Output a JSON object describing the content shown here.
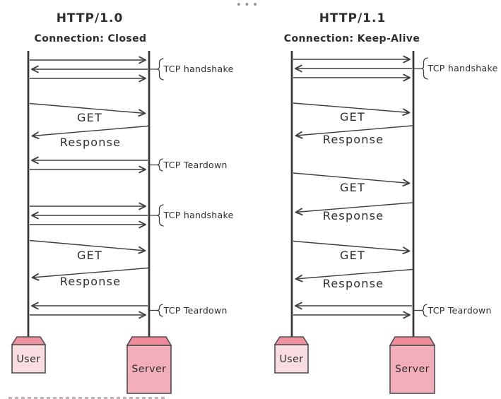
{
  "header": {
    "more_icon": "•••"
  },
  "diagram": {
    "type": "sequence-comparison",
    "labels": {
      "handshake": "TCP handshake",
      "teardown": "TCP Teardown",
      "get": "GET",
      "response": "Response"
    },
    "panels": [
      {
        "title": "HTTP/1.0",
        "subtitle": "Connection: Closed",
        "client": "User",
        "server": "Server",
        "sequence": [
          "TCP handshake",
          "GET",
          "Response",
          "TCP Teardown",
          "TCP handshake",
          "GET",
          "Response",
          "TCP Teardown"
        ]
      },
      {
        "title": "HTTP/1.1",
        "subtitle": "Connection: Keep-Alive",
        "client": "User",
        "server": "Server",
        "sequence": [
          "TCP handshake",
          "GET",
          "Response",
          "GET",
          "Response",
          "GET",
          "Response",
          "TCP Teardown"
        ]
      }
    ],
    "colors": {
      "ink": "#3f3f3f",
      "user_box": "#f9dde2",
      "user_lid": "#ef92a0",
      "server_box": "#f3aebb",
      "server_lid": "#ee8c9c",
      "box_border": "#4f4f4f",
      "dots": "#8e8e8e",
      "background": "#ffffff"
    }
  }
}
